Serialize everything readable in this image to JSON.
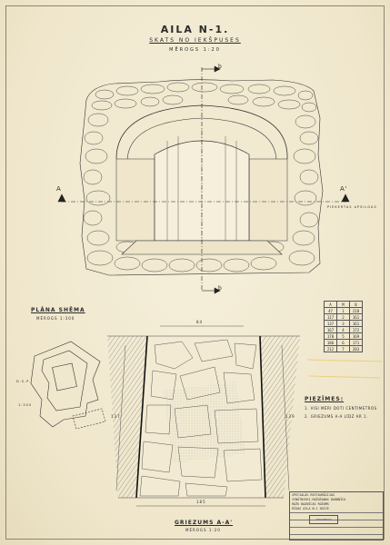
{
  "header": {
    "title": "AILA N-1.",
    "subtitle": "SKATS NO IEKŠPUSES",
    "scale": "MĒROGS 1:20"
  },
  "plan": {
    "title": "PLĀNA SHĒMA",
    "scale": "MĒROGS 1:300",
    "label_top": "D.S.P.",
    "label_left": "1:300"
  },
  "section_a": {
    "title": "GRIEZUMS A-A'",
    "scale": "MĒROGS 1:20"
  },
  "markers": {
    "b_top": "b",
    "b_bottom": "b",
    "a_left": "A",
    "a_right": "A'",
    "level_note": "PIEKERTAS APSILGAS"
  },
  "dimensions": {
    "top_width": "84",
    "bottom_width": "185",
    "left_depth": "137",
    "right_depth": "139"
  },
  "legend": {
    "headers": [
      "A",
      "M",
      "B"
    ],
    "rows": [
      [
        "47",
        "1",
        "218"
      ],
      [
        "117",
        "2",
        "161"
      ],
      [
        "137",
        "3",
        "161"
      ],
      [
        "167",
        "4",
        "172"
      ],
      [
        "178",
        "5",
        "169"
      ],
      [
        "186",
        "6",
        "171"
      ],
      [
        "212",
        "7",
        "203"
      ]
    ]
  },
  "notes": {
    "title": "PIEZĪMES:",
    "line1": "1. VISI MĒRI DOTI CENTIMETROS",
    "line2": "2. GRIEZUMS A-A LĪDZ AR 1."
  },
  "title_block": {
    "rows": [
      "SPECIALĀS RESTAURĀCIJAS",
      "ZINĀTNISKI-RAŽOŠANAS DARBNĪCA",
      "ROŽU BAZNĪCAS ROŽUMS",
      "RĪGAS AILA N-1 SKICE"
    ],
    "stamp": "APSTIPRINU"
  },
  "colors": {
    "paper": "#f3ecd6",
    "ink": "#2b2b2b",
    "hatch": "#555555",
    "stamp": "#4a4a9a",
    "highlight": "#e8c75a"
  }
}
